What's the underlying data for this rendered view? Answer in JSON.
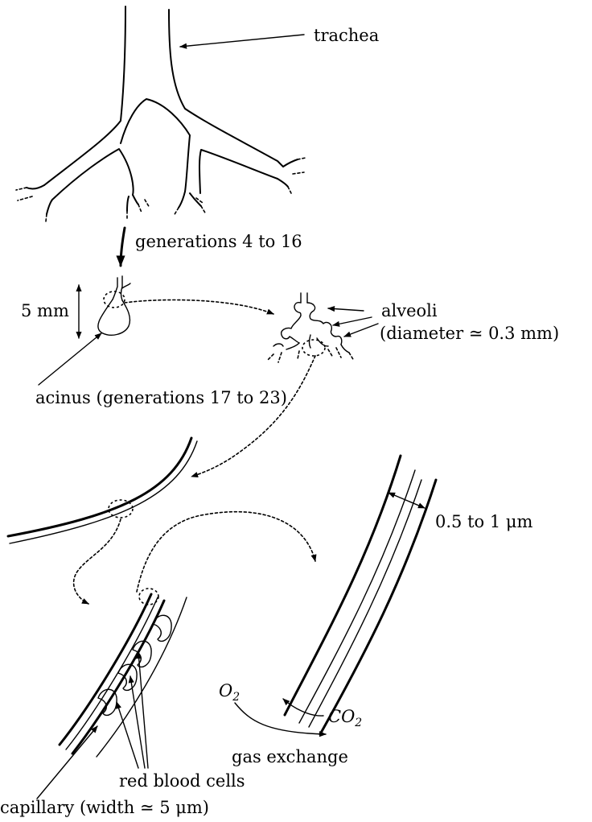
{
  "labels": {
    "trachea": "trachea",
    "generations": "generations 4 to 16",
    "scale": "5 mm",
    "alveoli": "alveoli",
    "alveoli_diameter": "(diameter ≃ 0.3 mm)",
    "acinus": "acinus (generations 17 to 23)",
    "membrane": "0.5 to 1 μm",
    "o2_base": "O",
    "o2_sub": "2",
    "co2_base": "CO",
    "co2_sub": "2",
    "gas_exchange": "gas exchange",
    "red_blood_cells": "red blood cells",
    "capillary": "capillary (width ≃ 5 μm)"
  }
}
